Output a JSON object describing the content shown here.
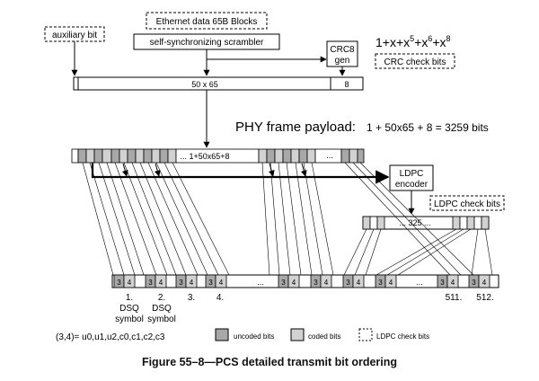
{
  "blocks": {
    "ethernet_data": "Ethernet data 65B Blocks",
    "scrambler": "self-synchronizing scrambler",
    "auxiliary_bit": "auxiliary bit",
    "crc8_gen_line1": "CRC8",
    "crc8_gen_line2": "gen",
    "crc_poly_base": "1+x+x",
    "crc_poly_exp1": "5",
    "crc_poly_mid1": "+x",
    "crc_poly_exp2": "6",
    "crc_poly_mid2": "+x",
    "crc_poly_exp3": "8",
    "crc_check_bits": "CRC check bits",
    "bar_50x65": "50 x 65",
    "bar_8": "8",
    "payload_title": "PHY frame payload:",
    "payload_formula": "1 + 50x65 + 8 = 3259 bits",
    "frame_label": "... 1+50x65+8",
    "frame_dots": "...",
    "ldpc_encoder_line1": "LDPC",
    "ldpc_encoder_line2": "encoder",
    "ldpc_check_bits": "LDPC check bits",
    "ldpc_bar_label": "... 325 ...",
    "symbol_cell_3": "3",
    "symbol_cell_4": "4",
    "symbol_dots": "...",
    "symbol_1_num": "1.",
    "symbol_1_dsq": "DSQ",
    "symbol_1_sym": "symbol",
    "symbol_2_num": "2.",
    "symbol_2_dsq": "DSQ",
    "symbol_2_sym": "symbol",
    "symbol_3_num": "3.",
    "symbol_4_num": "4.",
    "symbol_511_num": "511.",
    "symbol_512_num": "512.",
    "mapping_note": "(3,4)= u0,u1,u2,c0,c1,c2,c3"
  },
  "legend": {
    "uncoded": "uncoded bits",
    "coded": "coded bits",
    "ldpc_check": "LDPC check bits"
  },
  "caption": "Figure 55–8—PCS detailed transmit bit ordering"
}
